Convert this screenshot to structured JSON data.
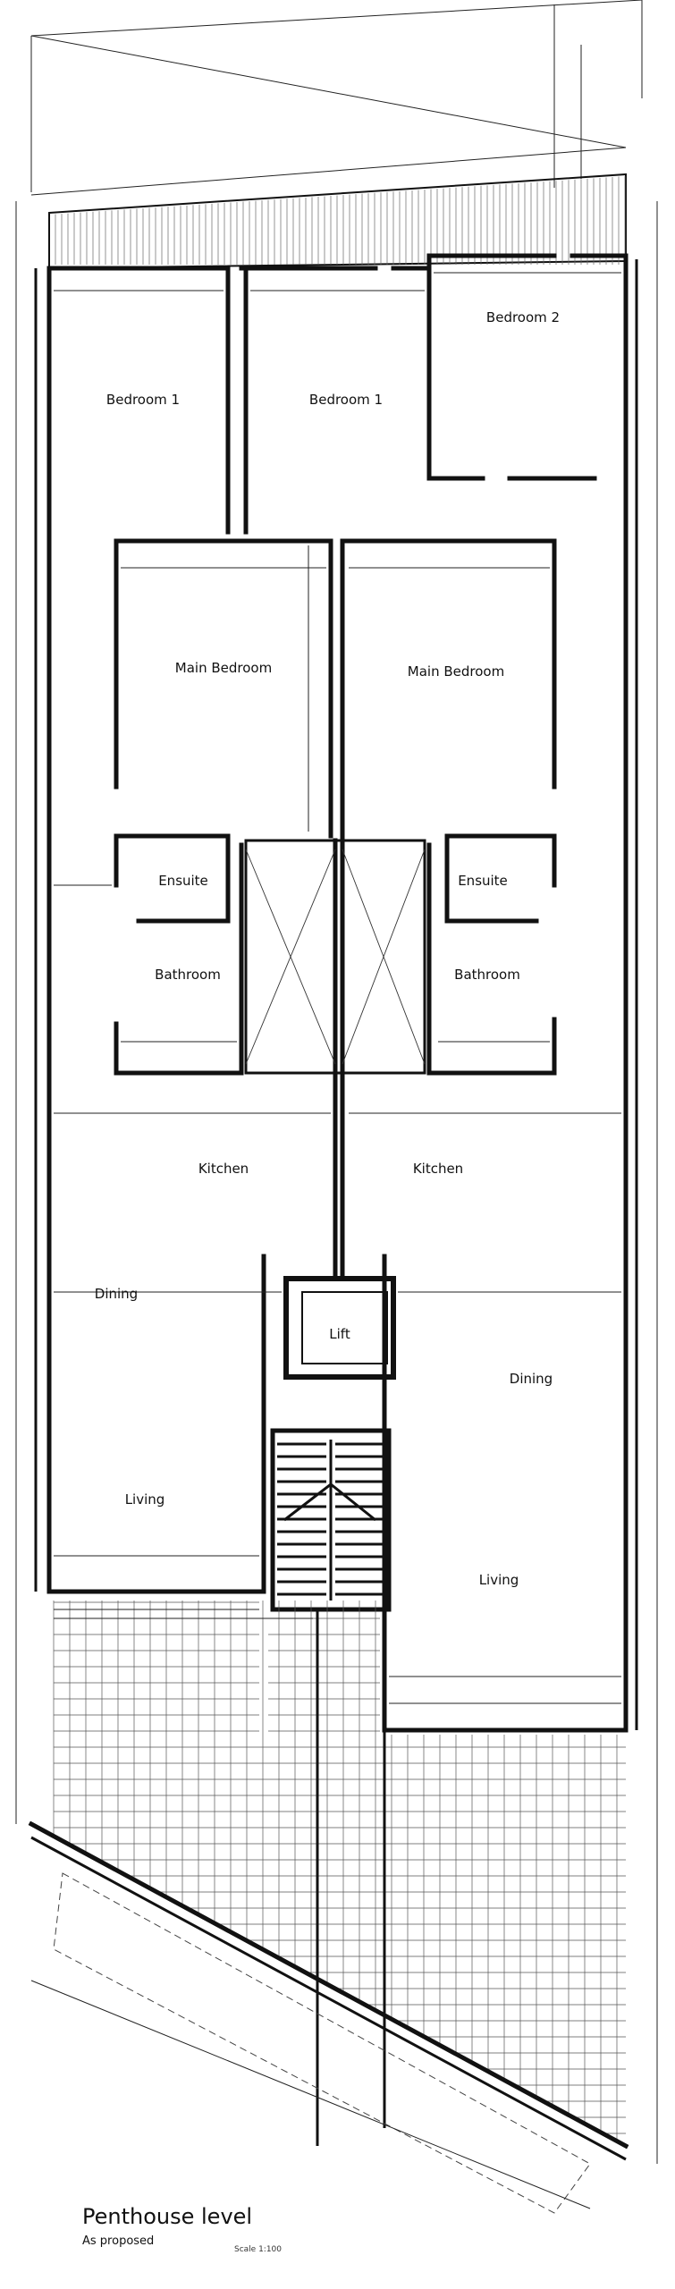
{
  "title": "Penthouse level",
  "subtitle": "As proposed",
  "scale": "Scale 1:100",
  "rooms": {
    "bedroom1_left": "Bedroom 1",
    "bedroom1_right": "Bedroom 1",
    "bedroom2": "Bedroom 2",
    "main_bedroom_left": "Main Bedroom",
    "main_bedroom_right": "Main Bedroom",
    "ensuite_left": "Ensuite",
    "ensuite_right": "Ensuite",
    "bathroom_left": "Bathroom",
    "bathroom_right": "Bathroom",
    "kitchen_left": "Kitchen",
    "kitchen_right": "Kitchen",
    "dining_left": "Dining",
    "dining_right": "Dining",
    "lift": "Lift",
    "living_left": "Living",
    "living_right": "Living"
  }
}
